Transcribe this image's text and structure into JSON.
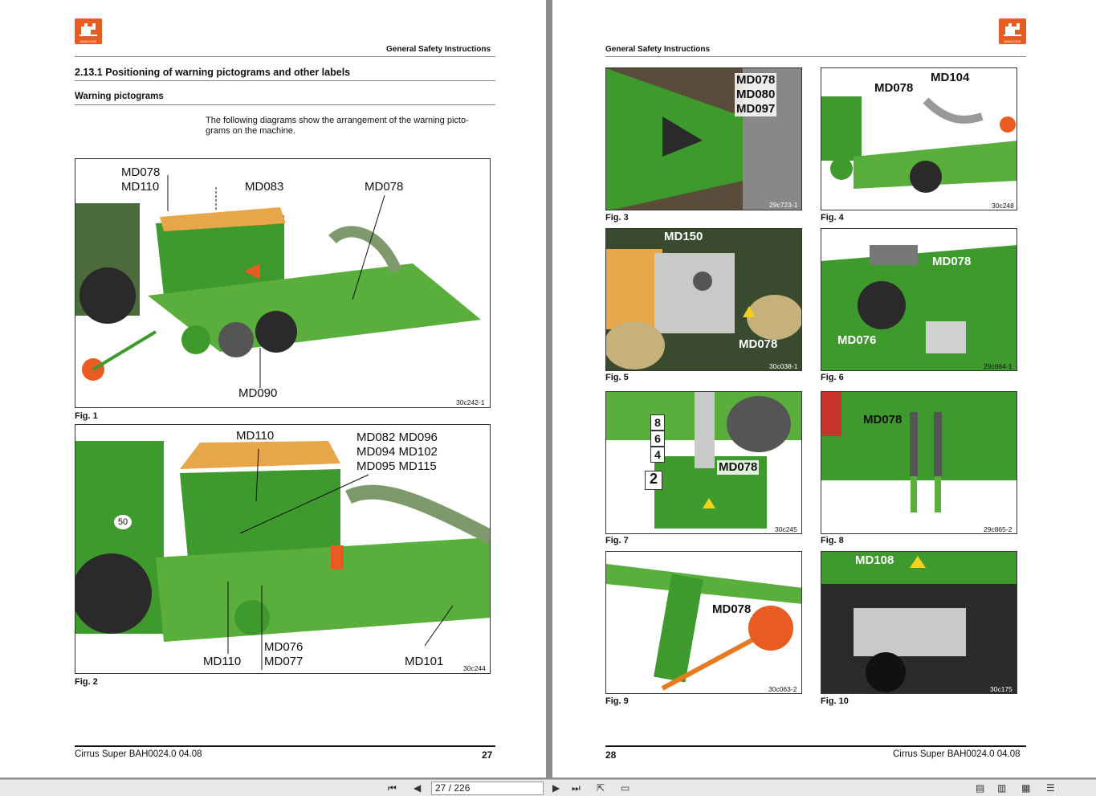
{
  "header": {
    "left_title": "General Safety Instructions",
    "right_title": "General Safety Instructions",
    "logo_text": "AMAZONE"
  },
  "left_page": {
    "section_title": "2.13.1   Positioning of warning pictograms and other labels",
    "subsection_title": "Warning pictograms",
    "intro_text": "The following diagrams show the arrangement of the warning picto-grams on the machine.",
    "fig1": {
      "label": "Fig. 1",
      "code": "30c242-1",
      "callouts": [
        "MD078",
        "MD110",
        "MD083",
        "MD078",
        "MD090"
      ]
    },
    "fig2": {
      "label": "Fig. 2",
      "code": "30c244",
      "callouts": [
        "MD110",
        "MD082 MD096",
        "MD094 MD102",
        "MD095 MD115",
        "MD076",
        "MD077",
        "MD110",
        "MD101"
      ],
      "badge": "50"
    },
    "footer_text": "Cirrus Super  BAH0024.0  04.08",
    "page_number": "27"
  },
  "right_page": {
    "figs": [
      {
        "label": "Fig. 3",
        "code": "29c723-1",
        "callouts": [
          "MD078",
          "MD080",
          "MD097"
        ]
      },
      {
        "label": "Fig. 4",
        "code": "30c248",
        "callouts": [
          "MD078",
          "MD104"
        ]
      },
      {
        "label": "Fig. 5",
        "code": "30c038-1",
        "callouts": [
          "MD150",
          "MD078"
        ]
      },
      {
        "label": "Fig. 6",
        "code": "29c664-1",
        "callouts": [
          "MD078",
          "MD076"
        ]
      },
      {
        "label": "Fig. 7",
        "code": "30c245",
        "callouts": [
          "MD078"
        ],
        "scale": [
          "8",
          "6",
          "4",
          "2"
        ]
      },
      {
        "label": "Fig. 8",
        "code": "29c865-2",
        "callouts": [
          "MD078"
        ]
      },
      {
        "label": "Fig. 9",
        "code": "30c063-2",
        "callouts": [
          "MD078"
        ]
      },
      {
        "label": "Fig. 10",
        "code": "30c175",
        "callouts": [
          "MD108"
        ]
      }
    ],
    "footer_text": "Cirrus Super  BAH0024.0  04.08",
    "page_number": "28"
  },
  "toolbar": {
    "page_indicator": "27 / 226"
  },
  "colors": {
    "brand_orange": "#e85c21",
    "machine_green": "#3f9a2e",
    "hopper_cover": "#e8a64a"
  }
}
